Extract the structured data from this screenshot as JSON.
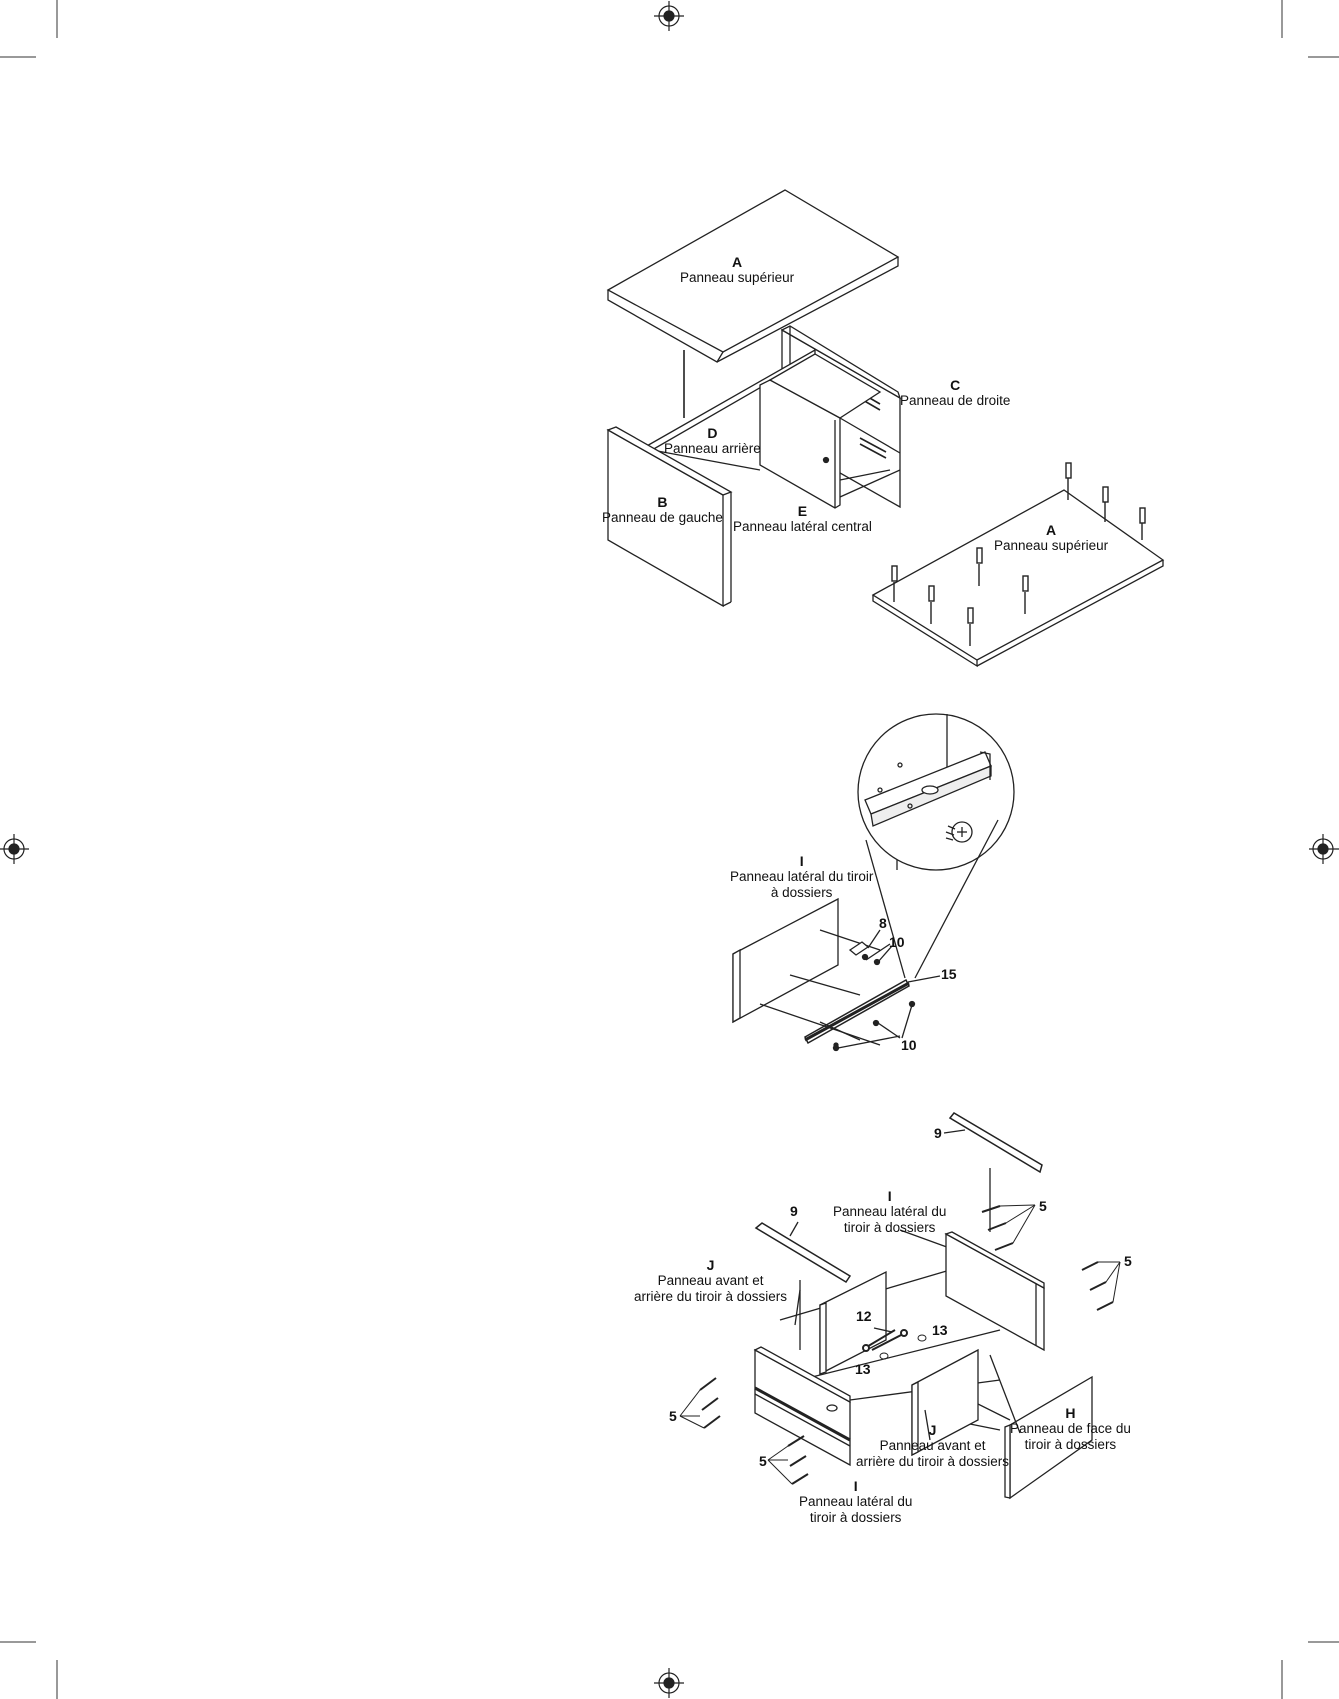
{
  "fig1": {
    "top_panel": {
      "code": "A",
      "name": "Panneau supérieur"
    },
    "right_panel": {
      "code": "C",
      "name": "Panneau de droite"
    },
    "back_panel": {
      "code": "D",
      "name": "Panneau arrière"
    },
    "left_panel": {
      "code": "B",
      "name": "Panneau de gauche"
    },
    "center_panel": {
      "code": "E",
      "name": "Panneau latéral central"
    },
    "top_panel_2": {
      "code": "A",
      "name": "Panneau supérieur"
    }
  },
  "fig2": {
    "side_panel": {
      "code": "I",
      "name_line1": "Panneau latéral du tiroir",
      "name_line2": "à dossiers"
    },
    "part_8": "8",
    "part_10_top": "10",
    "part_15": "15",
    "part_10_bottom": "10"
  },
  "fig3": {
    "part_9_right": "9",
    "part_9_left": "9",
    "side_panel_top": {
      "code": "I",
      "name_line1": "Panneau latéral du",
      "name_line2": "tiroir à dossiers"
    },
    "front_back_panel": {
      "code": "J",
      "name_line1": "Panneau avant et",
      "name_line2": "arrière du tiroir à dossiers"
    },
    "part_5_upper": "5",
    "part_5_right": "5",
    "part_12": "12",
    "part_13_a": "13",
    "part_13_b": "13",
    "part_5_left": "5",
    "part_5_lower": "5",
    "front_back_panel_2": {
      "code": "J",
      "name_line1": "Panneau avant et",
      "name_line2": "arrière du tiroir à dossiers"
    },
    "face_panel": {
      "code": "H",
      "name_line1": "Panneau de face du",
      "name_line2": "tiroir à dossiers"
    },
    "side_panel_bottom": {
      "code": "I",
      "name_line1": "Panneau latéral du",
      "name_line2": "tiroir à dossiers"
    }
  }
}
